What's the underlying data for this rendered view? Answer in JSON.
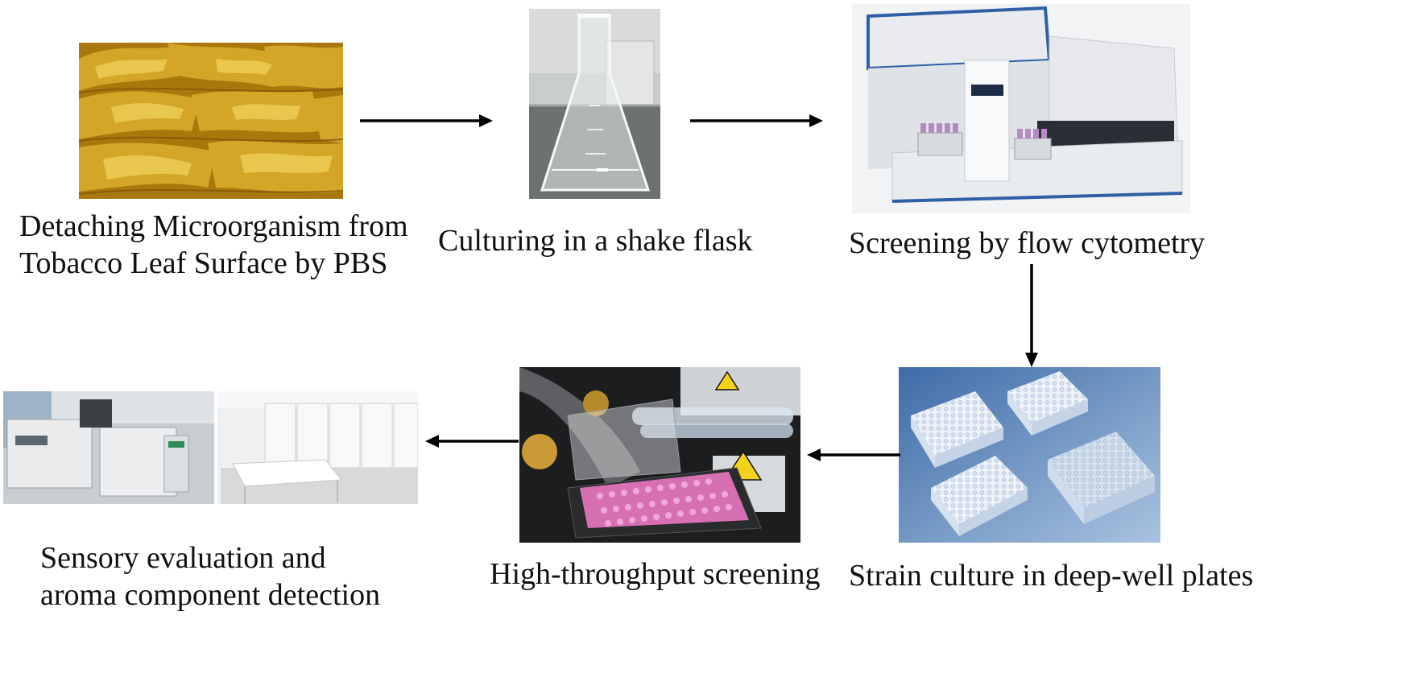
{
  "steps": [
    {
      "id": "detach",
      "caption_lines": [
        "Detaching Microorganism from",
        "Tobacco Leaf Surface by PBS"
      ],
      "image": "tobacco-leaves-photo"
    },
    {
      "id": "culture",
      "caption_lines": [
        "Culturing in a shake flask"
      ],
      "image": "erlenmeyer-flask-photo"
    },
    {
      "id": "flow",
      "caption_lines": [
        "Screening by flow cytometry"
      ],
      "image": "flow-cytometer-photo"
    },
    {
      "id": "plates",
      "caption_lines": [
        "Strain culture in deep-well plates"
      ],
      "image": "deep-well-plates-photo"
    },
    {
      "id": "hts",
      "caption_lines": [
        "High-throughput screening"
      ],
      "image": "liquid-handler-photo"
    },
    {
      "id": "sensory",
      "caption_lines": [
        "Sensory evaluation and",
        "aroma component detection"
      ],
      "image": "gc-instrument-and-sensory-lab-photo"
    }
  ],
  "colors": {
    "arrow": "#000000",
    "text": "#111111",
    "background": "#ffffff"
  }
}
